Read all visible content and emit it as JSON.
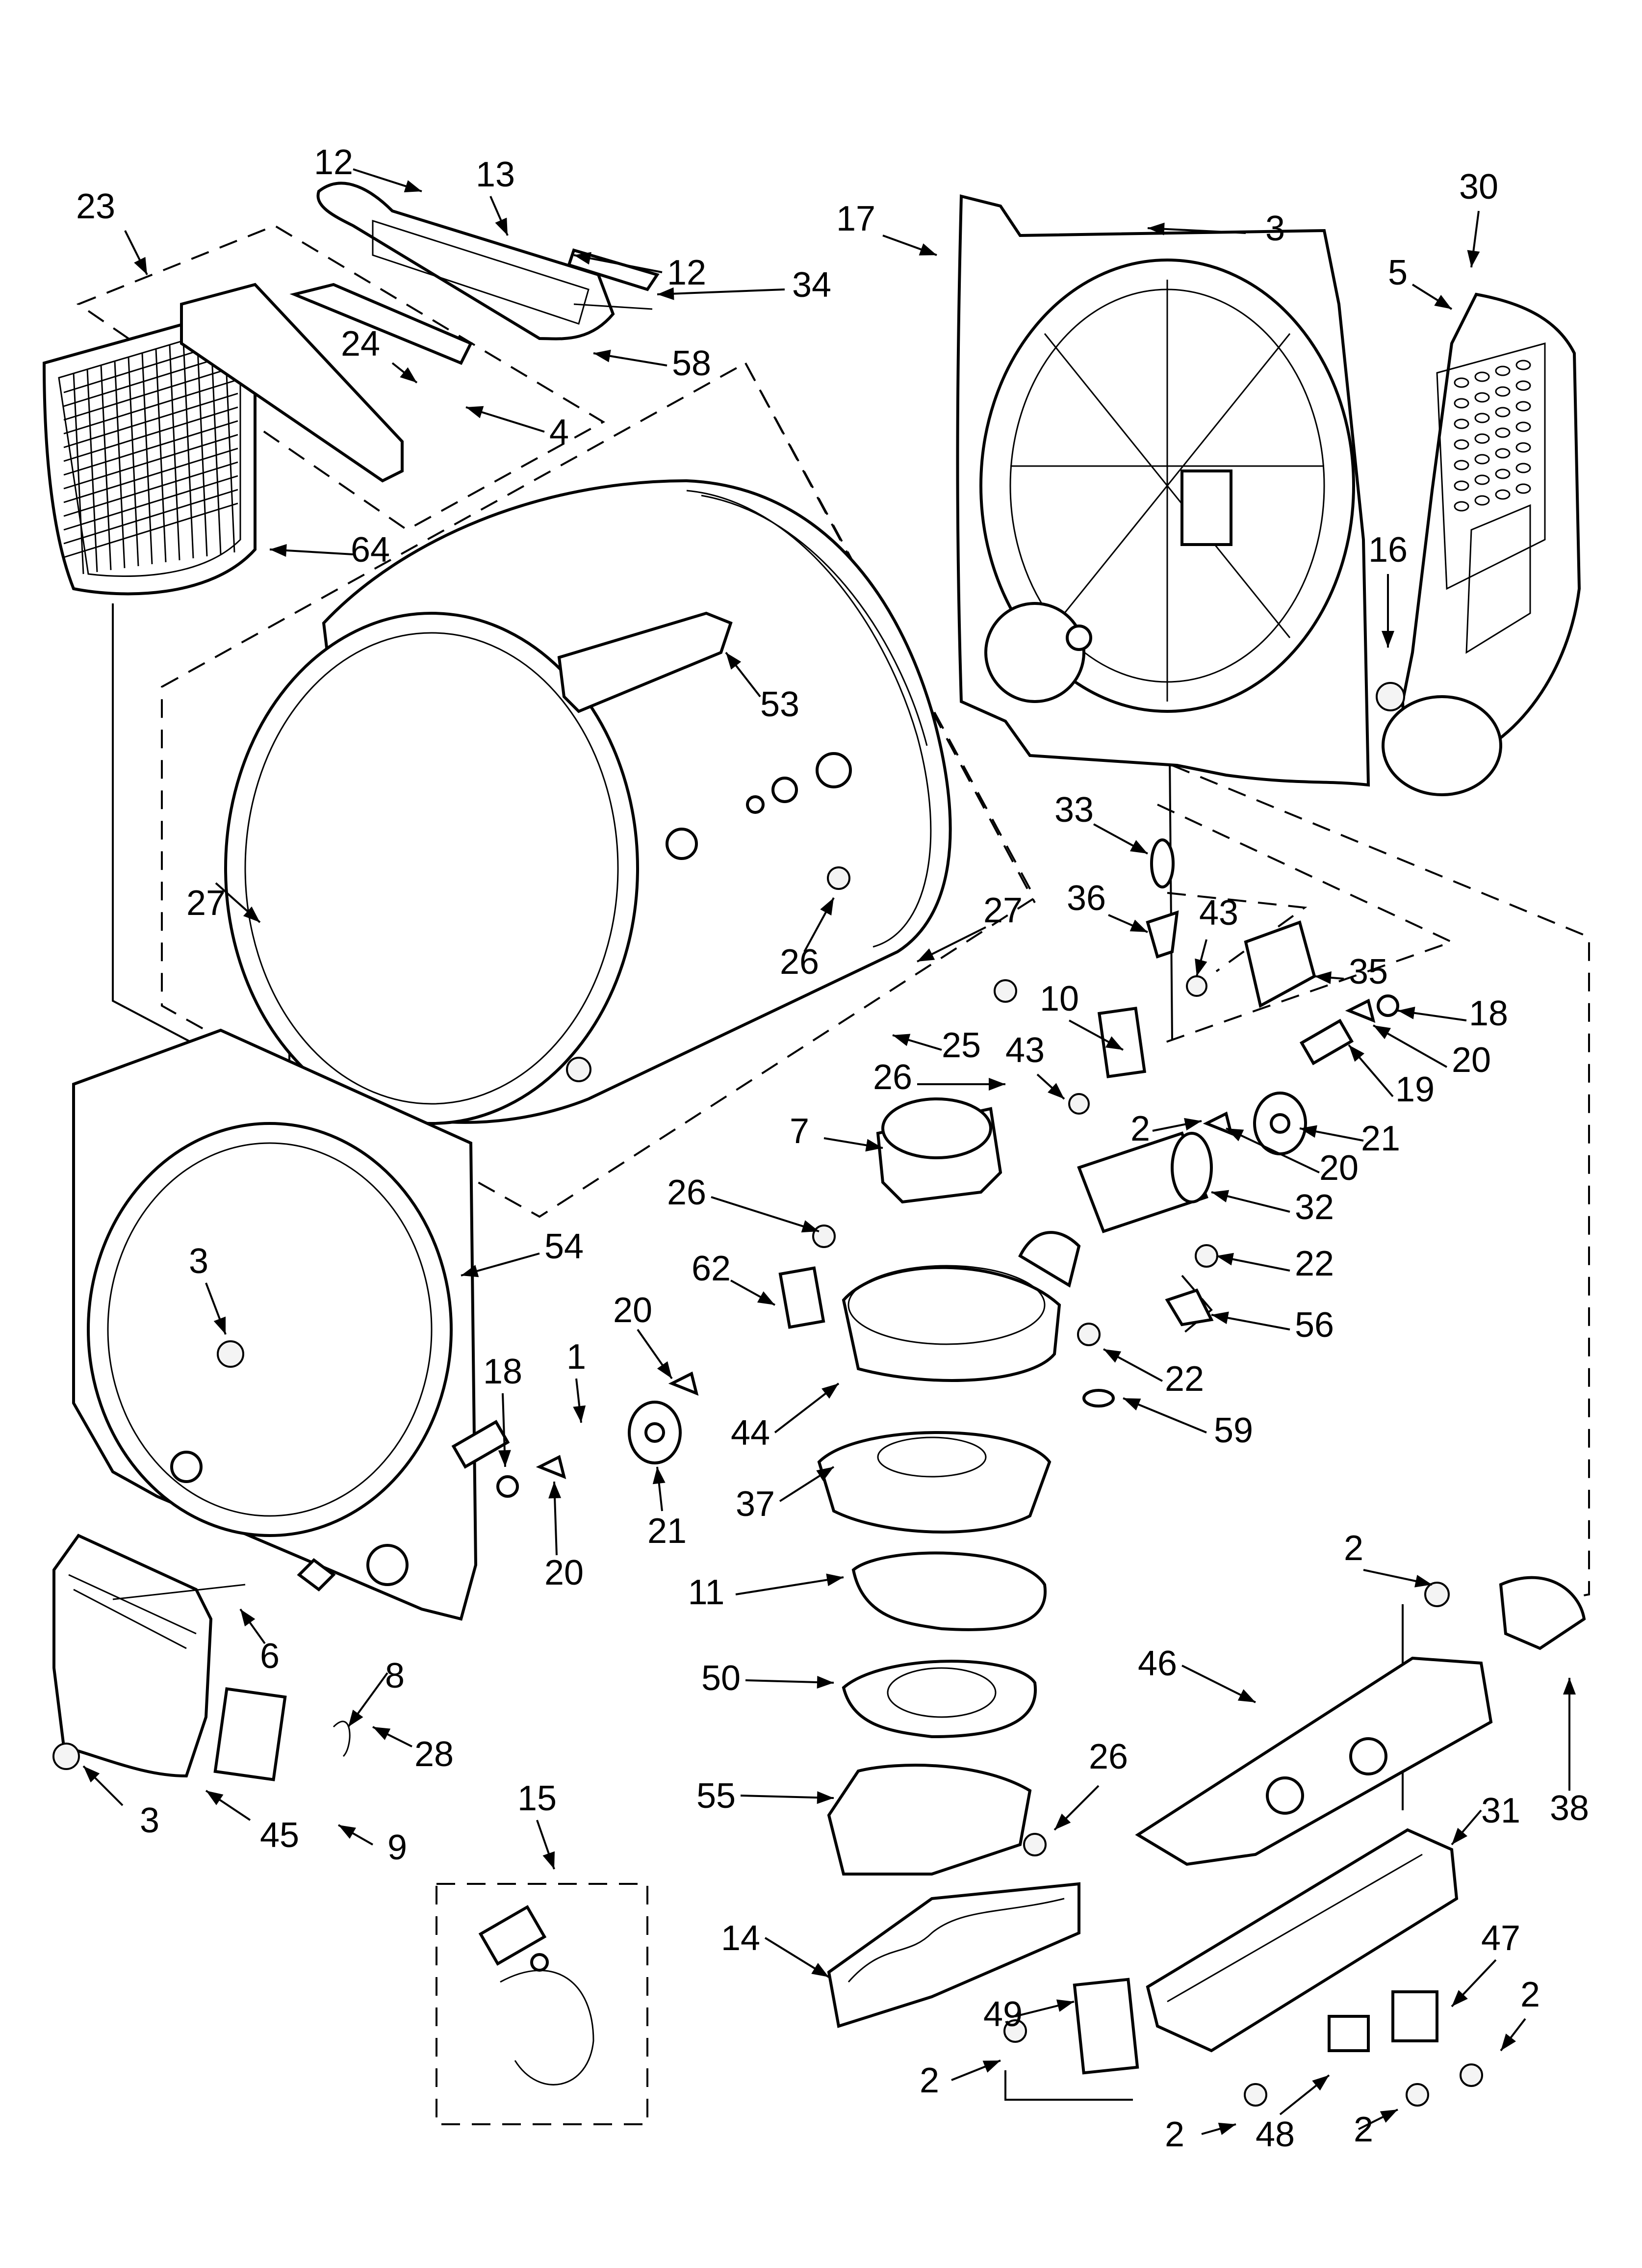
{
  "callouts": [
    {
      "id": "c12a",
      "label": "12"
    },
    {
      "id": "c13",
      "label": "13"
    },
    {
      "id": "c23",
      "label": "23"
    },
    {
      "id": "c12b",
      "label": "12"
    },
    {
      "id": "c34",
      "label": "34"
    },
    {
      "id": "c58",
      "label": "58"
    },
    {
      "id": "c24",
      "label": "24"
    },
    {
      "id": "c4",
      "label": "4"
    },
    {
      "id": "c64",
      "label": "64"
    },
    {
      "id": "c17",
      "label": "17"
    },
    {
      "id": "c3a",
      "label": "3"
    },
    {
      "id": "c30",
      "label": "30"
    },
    {
      "id": "c5",
      "label": "5"
    },
    {
      "id": "c16",
      "label": "16"
    },
    {
      "id": "c53",
      "label": "53"
    },
    {
      "id": "c27a",
      "label": "27"
    },
    {
      "id": "c27b",
      "label": "27"
    },
    {
      "id": "c26a",
      "label": "26"
    },
    {
      "id": "c33",
      "label": "33"
    },
    {
      "id": "c36",
      "label": "36"
    },
    {
      "id": "c43a",
      "label": "43"
    },
    {
      "id": "c35",
      "label": "35"
    },
    {
      "id": "c18a",
      "label": "18"
    },
    {
      "id": "c20a",
      "label": "20"
    },
    {
      "id": "c19",
      "label": "19"
    },
    {
      "id": "c10",
      "label": "10"
    },
    {
      "id": "c25",
      "label": "25"
    },
    {
      "id": "c43b",
      "label": "43"
    },
    {
      "id": "c26b",
      "label": "26"
    },
    {
      "id": "c2a",
      "label": "2"
    },
    {
      "id": "c21a",
      "label": "21"
    },
    {
      "id": "c20b",
      "label": "20"
    },
    {
      "id": "c7",
      "label": "7"
    },
    {
      "id": "c32",
      "label": "32"
    },
    {
      "id": "c26c",
      "label": "26"
    },
    {
      "id": "c22a",
      "label": "22"
    },
    {
      "id": "c54",
      "label": "54"
    },
    {
      "id": "c62",
      "label": "62"
    },
    {
      "id": "c56",
      "label": "56"
    },
    {
      "id": "c3b",
      "label": "3"
    },
    {
      "id": "c20c",
      "label": "20"
    },
    {
      "id": "c18b",
      "label": "18"
    },
    {
      "id": "c1",
      "label": "1"
    },
    {
      "id": "c22b",
      "label": "22"
    },
    {
      "id": "c44",
      "label": "44"
    },
    {
      "id": "c59",
      "label": "59"
    },
    {
      "id": "c21b",
      "label": "21"
    },
    {
      "id": "c37",
      "label": "37"
    },
    {
      "id": "c20d",
      "label": "20"
    },
    {
      "id": "c11",
      "label": "11"
    },
    {
      "id": "c2b",
      "label": "2"
    },
    {
      "id": "c8",
      "label": "8"
    },
    {
      "id": "c6",
      "label": "6"
    },
    {
      "id": "c50",
      "label": "50"
    },
    {
      "id": "c46",
      "label": "46"
    },
    {
      "id": "c28",
      "label": "28"
    },
    {
      "id": "c3c",
      "label": "3"
    },
    {
      "id": "c45",
      "label": "45"
    },
    {
      "id": "c9",
      "label": "9"
    },
    {
      "id": "c55",
      "label": "55"
    },
    {
      "id": "c26d",
      "label": "26"
    },
    {
      "id": "c31",
      "label": "31"
    },
    {
      "id": "c38",
      "label": "38"
    },
    {
      "id": "c15",
      "label": "15"
    },
    {
      "id": "c14",
      "label": "14"
    },
    {
      "id": "c47",
      "label": "47"
    },
    {
      "id": "c49",
      "label": "49"
    },
    {
      "id": "c2c",
      "label": "2"
    },
    {
      "id": "c2d",
      "label": "2"
    },
    {
      "id": "c2e",
      "label": "2"
    },
    {
      "id": "c48",
      "label": "48"
    },
    {
      "id": "c2f",
      "label": "2"
    }
  ]
}
